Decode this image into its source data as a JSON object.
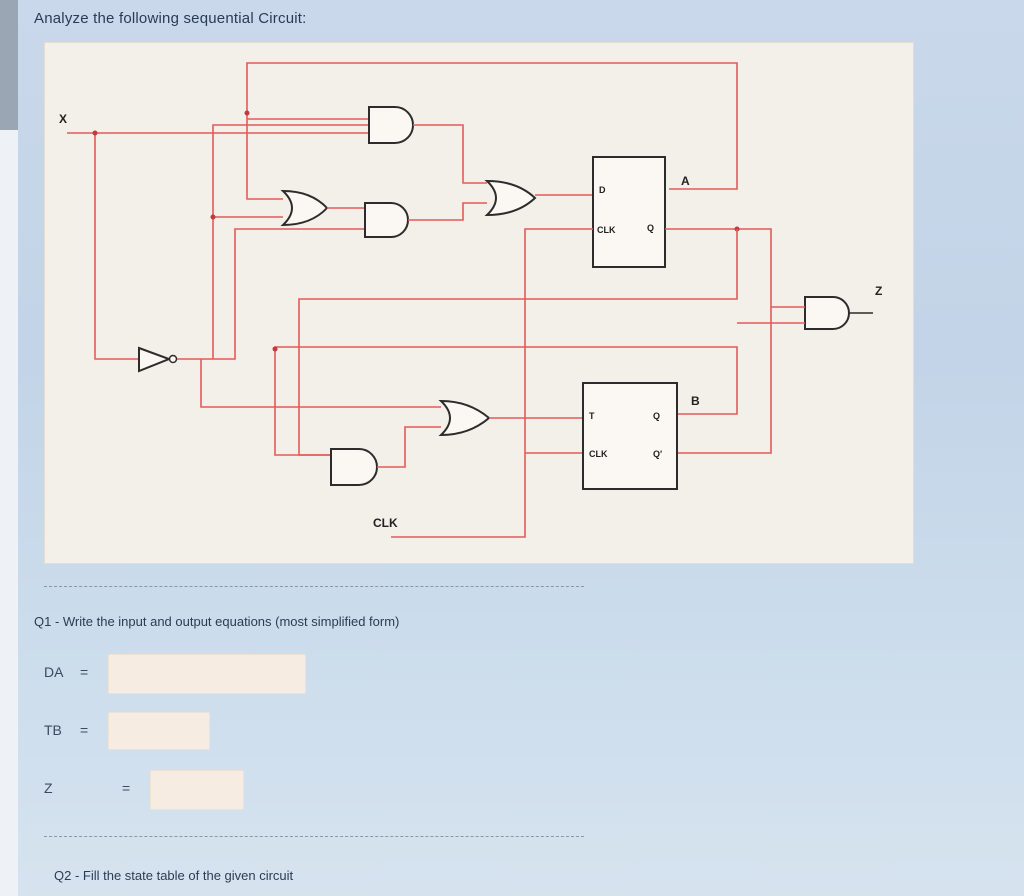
{
  "header": {
    "title": "Analyze the following sequential Circuit:"
  },
  "circuit": {
    "input_label": "X",
    "output_label": "Z",
    "clock_label": "CLK",
    "ff_a": {
      "input": "D",
      "output": "A"
    },
    "ff_b": {
      "input": "T",
      "output": "B"
    }
  },
  "q1": {
    "prompt": "Q1 - Write the input and output equations (most simplified form)",
    "fields": [
      {
        "label": "DA",
        "eq": "=",
        "value": ""
      },
      {
        "label": "TB",
        "eq": "=",
        "value": ""
      },
      {
        "label": "Z",
        "eq": "=",
        "value": ""
      }
    ]
  },
  "q2": {
    "prompt": "Q2 - Fill the state table of the given circuit"
  }
}
